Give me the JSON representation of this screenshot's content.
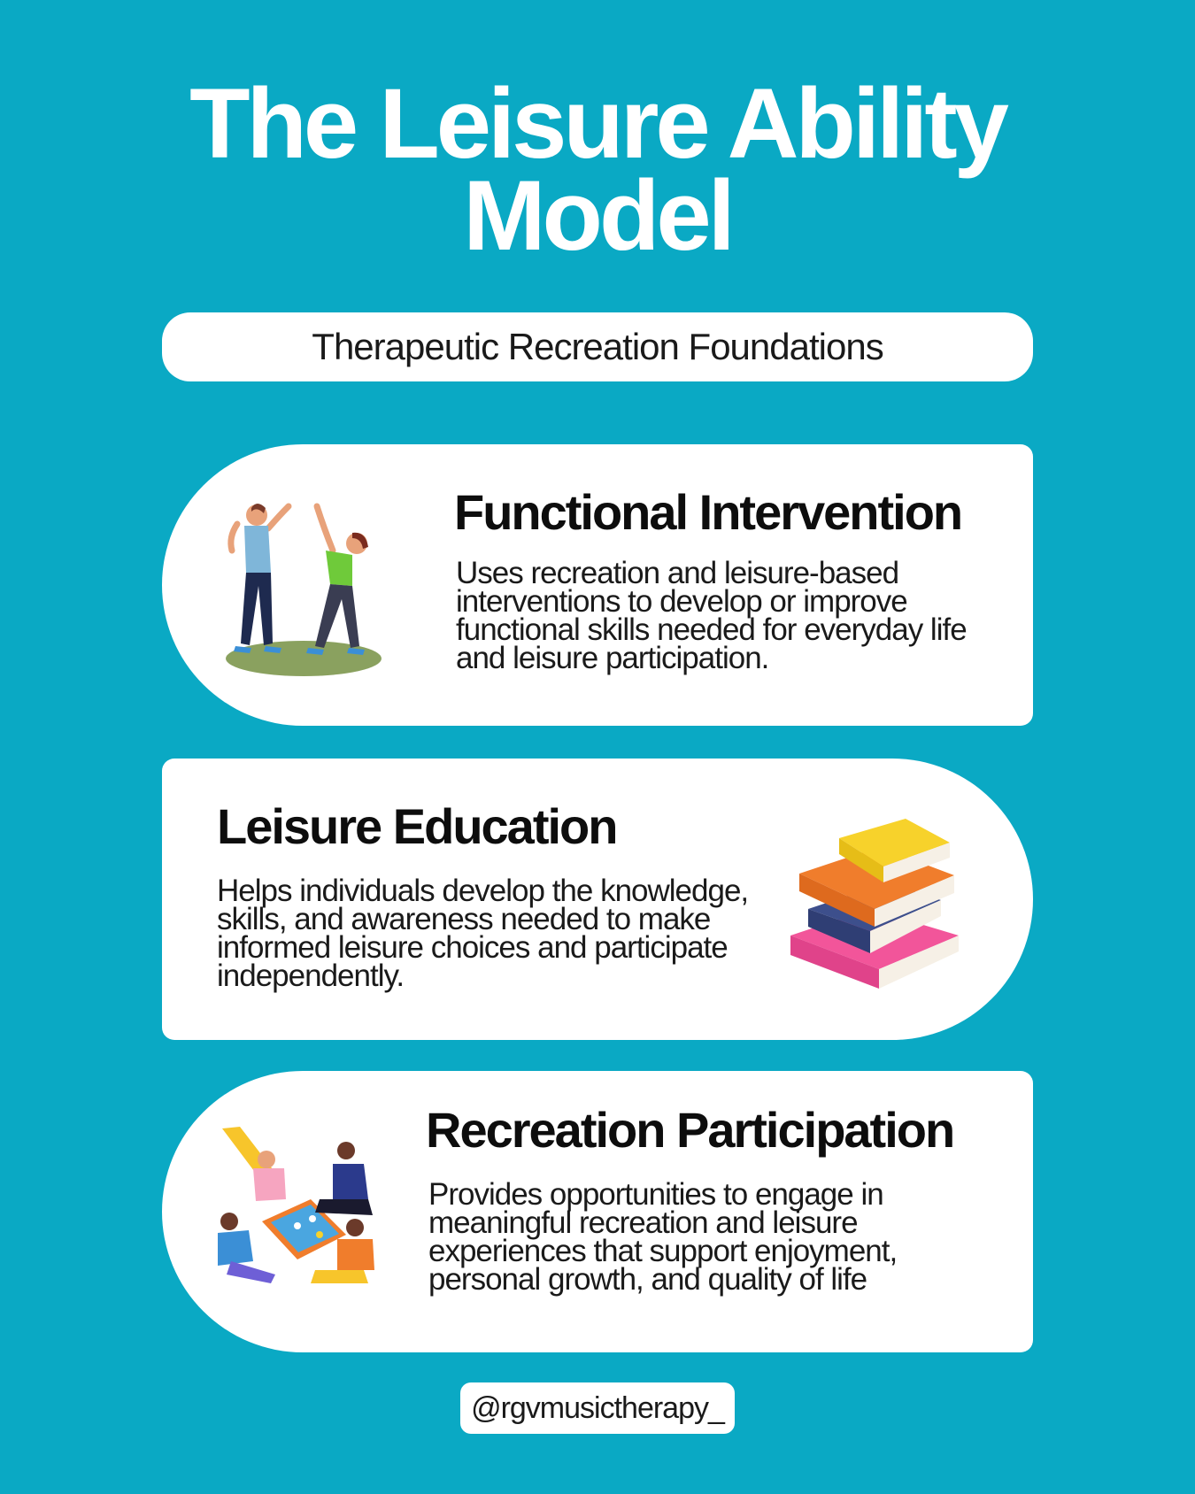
{
  "header": {
    "title_line1": "The Leisure Ability",
    "title_line2": "Model",
    "subtitle": "Therapeutic Recreation Foundations"
  },
  "cards": [
    {
      "title": "Functional Intervention",
      "description": "Uses recreation and leisure-based interventions to develop or improve functional skills needed for everyday life and leisure participation.",
      "illustration": "people-stretching-icon"
    },
    {
      "title": "Leisure Education",
      "description": "Helps individuals develop the knowledge, skills, and awareness needed to make informed leisure choices and participate independently.",
      "illustration": "stacked-books-icon"
    },
    {
      "title": "Recreation Participation",
      "description": "Provides opportunities to engage in meaningful recreation and leisure experiences that support enjoyment, personal growth, and quality of life",
      "illustration": "people-playing-board-game-icon"
    }
  ],
  "footer": {
    "handle": "@rgvmusictherapy_"
  },
  "colors": {
    "background": "#0aa9c4",
    "card": "#ffffff",
    "text": "#0d0d0d"
  }
}
